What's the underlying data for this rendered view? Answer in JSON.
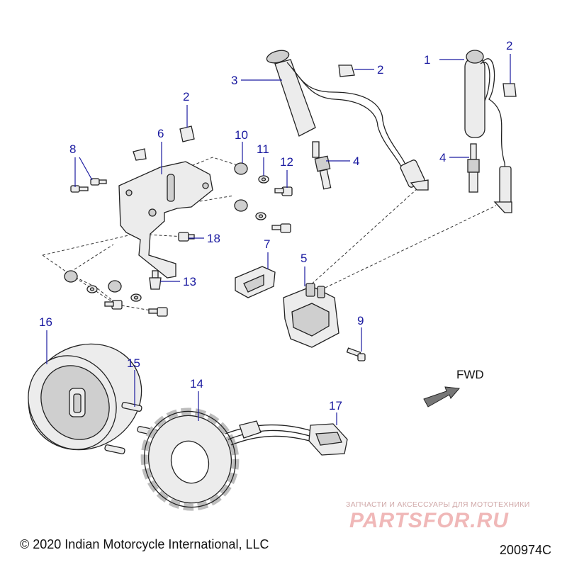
{
  "diagram": {
    "callouts": {
      "c1": "1",
      "c2a": "2",
      "c2b": "2",
      "c2c": "2",
      "c3": "3",
      "c4a": "4",
      "c4b": "4",
      "c5": "5",
      "c6": "6",
      "c7": "7",
      "c8": "8",
      "c9": "9",
      "c10": "10",
      "c11": "11",
      "c12": "12",
      "c13": "13",
      "c14": "14",
      "c15": "15",
      "c16": "16",
      "c17": "17",
      "c18": "18"
    },
    "fwd_label": "FWD",
    "arrow_icon": "fwd-arrow-icon"
  },
  "footer": {
    "copyright": "© 2020 Indian Motorcycle International, LLC",
    "diagram_number": "200974C"
  },
  "watermark": {
    "tagline": "ЗАПЧАСТИ И АКСЕССУАРЫ ДЛЯ МОТОТЕХНИКИ",
    "logo": "PARTSFOR.RU"
  },
  "colors": {
    "callout": "#1a1aa0",
    "line": "#222222",
    "watermark": "#f0b8b8"
  }
}
